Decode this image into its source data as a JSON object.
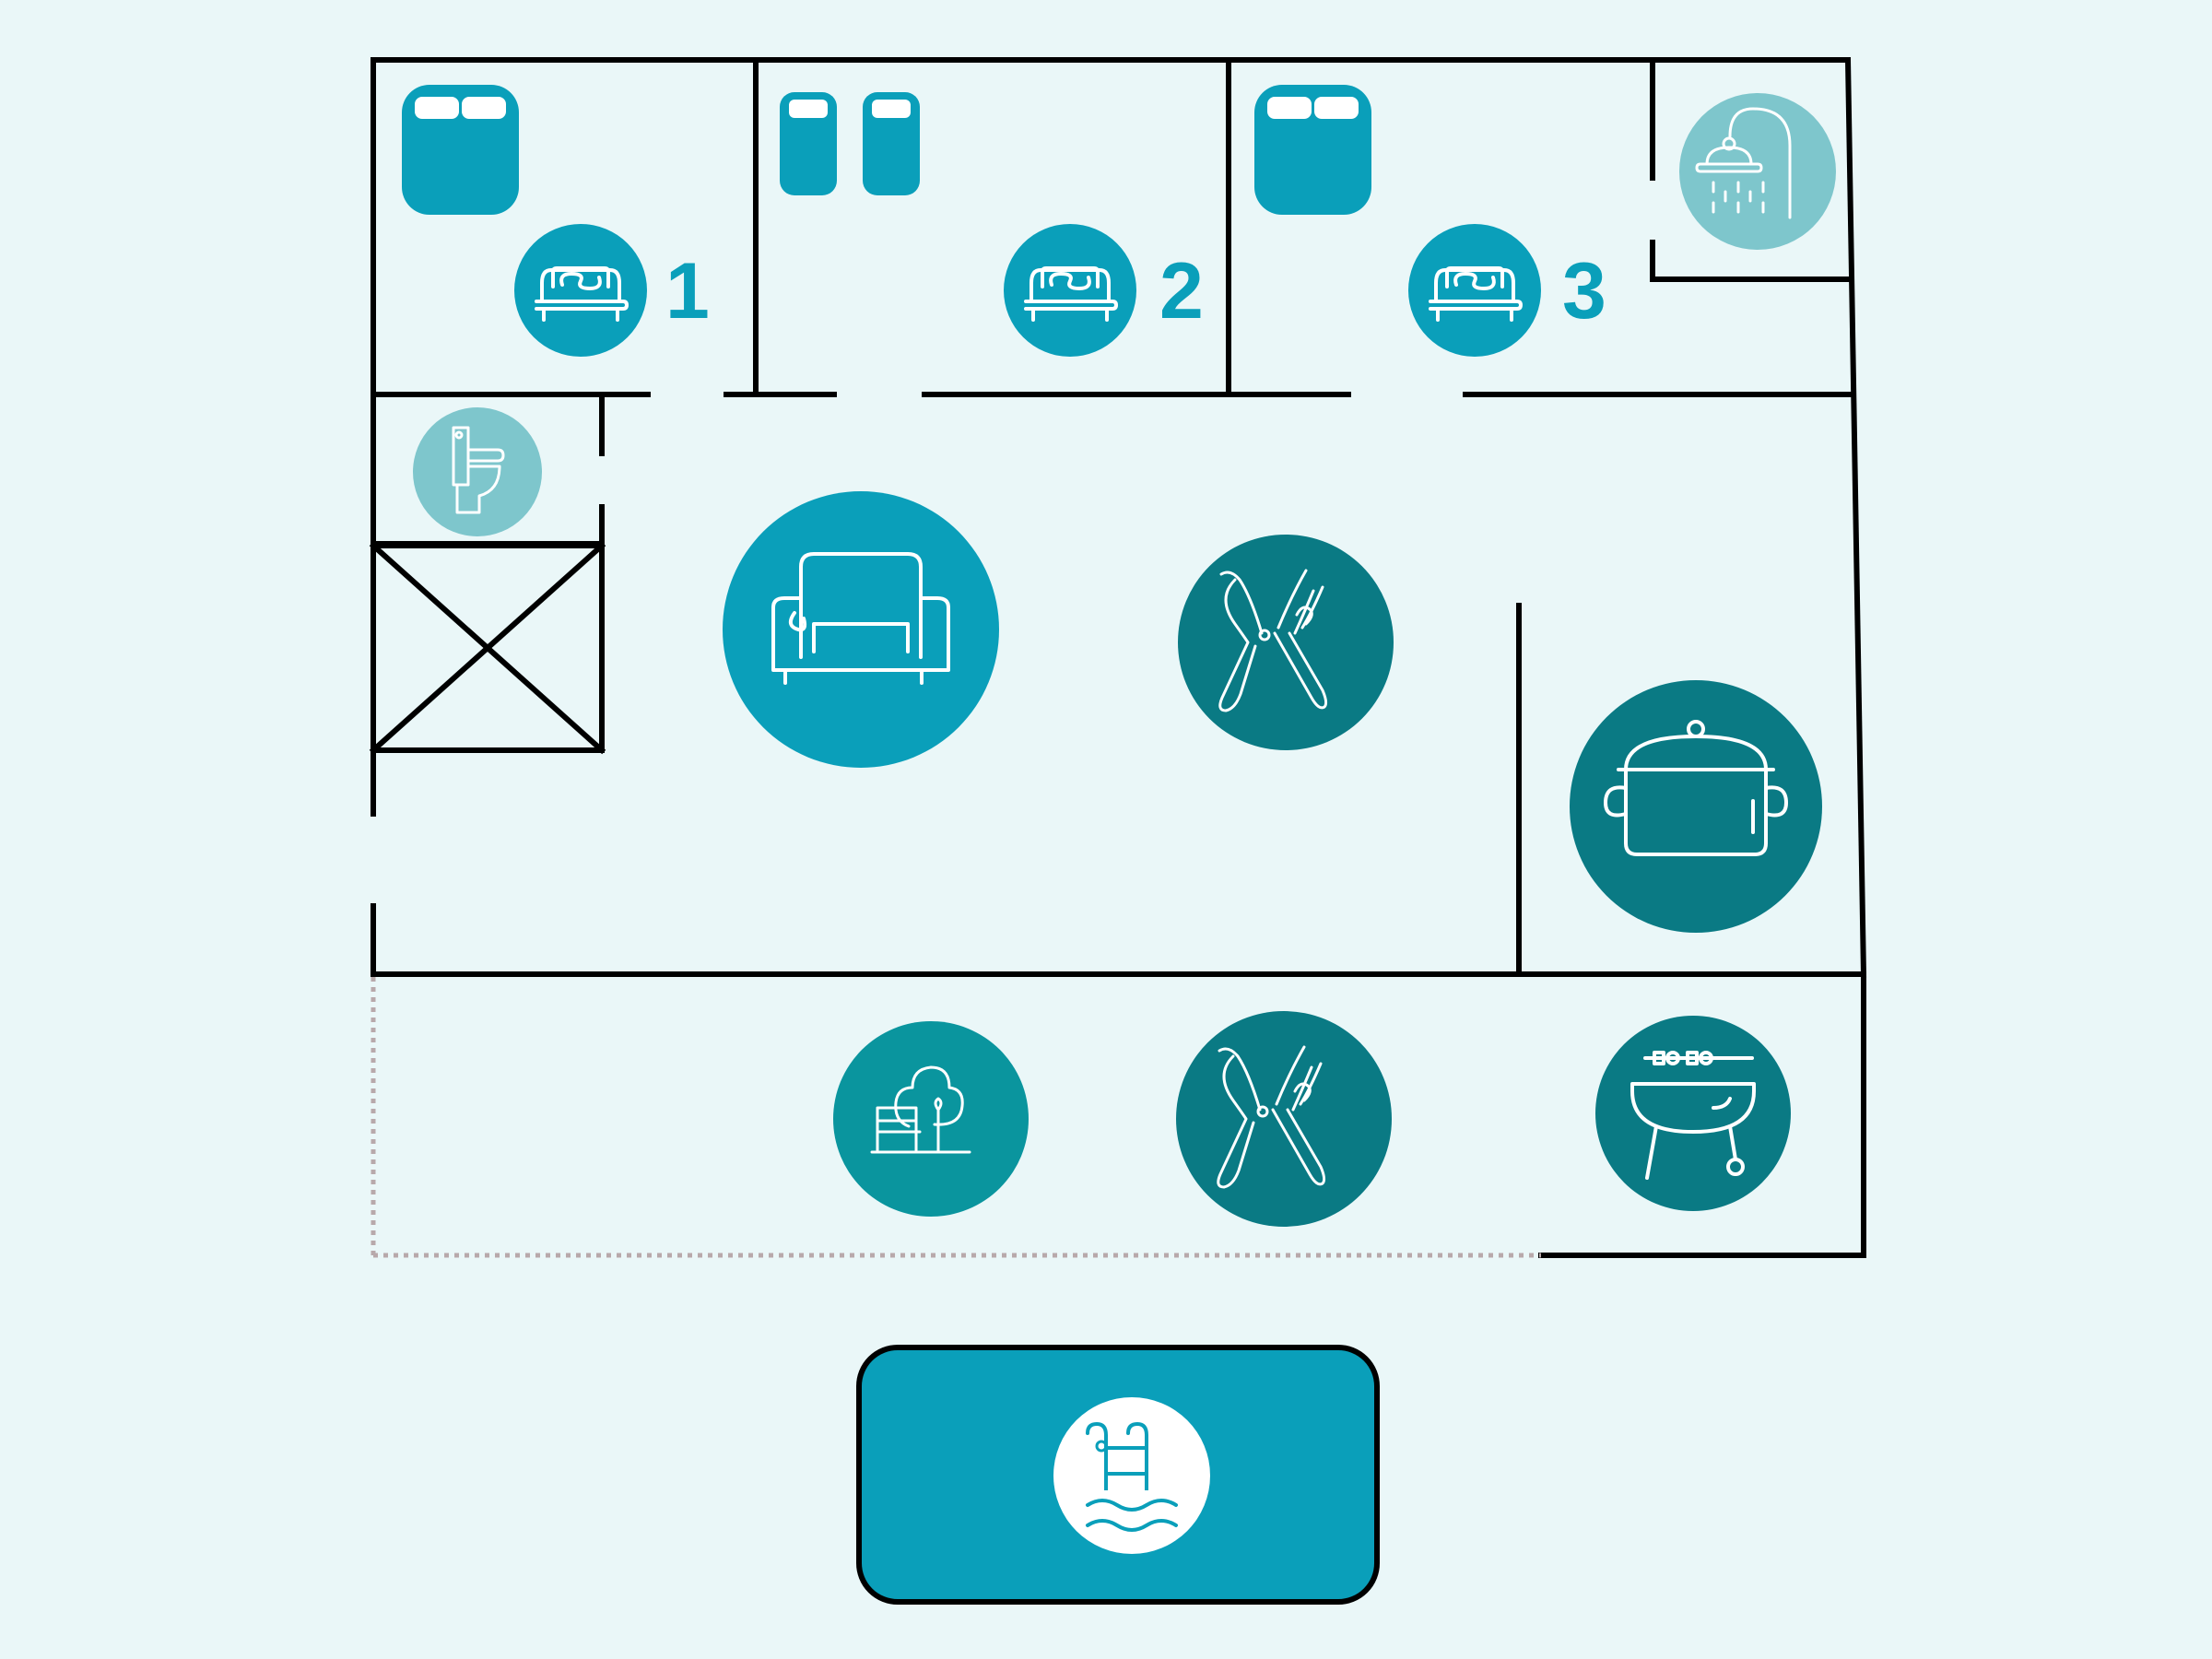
{
  "colors": {
    "background": "#eaf7f8",
    "bedroom": "#0a9fba",
    "bathroom": "#7ec6cc",
    "living": "#0a9fba",
    "dining": "#0a7a84",
    "kitchen": "#0a7a84",
    "garden": "#0a959e",
    "bbq": "#0a7a84",
    "pool": "#0a9fba",
    "wall": "#000000",
    "open_edge": "#b8a9ab"
  },
  "floor_plan": {
    "bedrooms": [
      {
        "number": "1",
        "bed": "double-bed",
        "icon": "bed-icon"
      },
      {
        "number": "2",
        "bed": "twin-beds",
        "icon": "bed-icon"
      },
      {
        "number": "3",
        "bed": "double-bed",
        "icon": "bed-icon"
      }
    ],
    "rooms": [
      {
        "name": "bathroom-shower",
        "icon": "shower-icon"
      },
      {
        "name": "toilet",
        "icon": "toilet-icon"
      },
      {
        "name": "stairwell",
        "icon": "crossed-box"
      },
      {
        "name": "living-room",
        "icon": "armchair-icon"
      },
      {
        "name": "dining-room",
        "icon": "cutlery-icon"
      },
      {
        "name": "kitchen",
        "icon": "cooking-pot-icon"
      },
      {
        "name": "garden",
        "icon": "park-bench-tree-icon"
      },
      {
        "name": "outdoor-dining",
        "icon": "cutlery-icon"
      },
      {
        "name": "barbecue",
        "icon": "grill-icon"
      },
      {
        "name": "pool",
        "icon": "pool-ladder-icon"
      }
    ]
  }
}
